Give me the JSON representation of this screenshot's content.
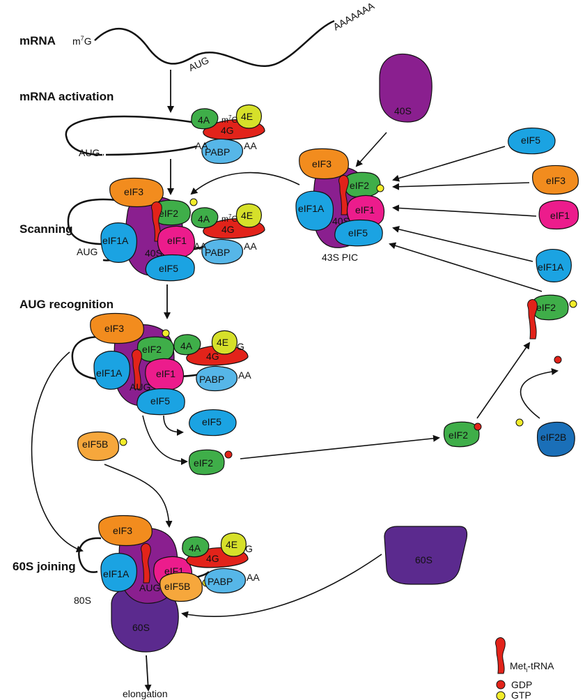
{
  "colors": {
    "ribosome_40S": "#8a1f8f",
    "ribosome_60S": "#5b2a8e",
    "eIF3": "#f28c1e",
    "eIF2": "#3fae49",
    "eIF1": "#ec1c8c",
    "eIF1A": "#1ba3e2",
    "eIF5": "#1ba3e2",
    "eIF5B": "#f6a73c",
    "eIF4A": "#3fae49",
    "eIF4E": "#d6e02a",
    "eIF4G": "#e2231a",
    "PABP": "#56b6e8",
    "eIF2B": "#1a6fb8",
    "GDP": "#e2231a",
    "GTP": "#f2ec2a",
    "tRNA": "#e2231a"
  },
  "stages": {
    "mrna": "mRNA",
    "activation": "mRNA activation",
    "scanning": "Scanning",
    "aug_recognition": "AUG recognition",
    "joining": "60S joining"
  },
  "mrna": {
    "cap": "m⁷G",
    "cap_base": "m",
    "cap_sup": "7",
    "cap_end": "G",
    "start_codon": "AUG",
    "polyA": "AAAAAAA",
    "polyA_short": "AA"
  },
  "factors": {
    "f40S": "40S",
    "f60S": "60S",
    "f80S": "80S",
    "eIF3": "eIF3",
    "eIF2": "eIF2",
    "eIF1": "eIF1",
    "eIF1A": "eIF1A",
    "eIF5": "eIF5",
    "eIF5B": "eIF5B",
    "eIF2B": "eIF2B",
    "f4A": "4A",
    "f4E": "4E",
    "f4G": "4G",
    "PABP": "PABP"
  },
  "complexes": {
    "pic": "43S PIC",
    "elongation": "elongation"
  },
  "legend": {
    "trna_base": "Met",
    "trna_sub": "i",
    "trna_rest": "-tRNA",
    "gdp": "GDP",
    "gtp": "GTP"
  }
}
